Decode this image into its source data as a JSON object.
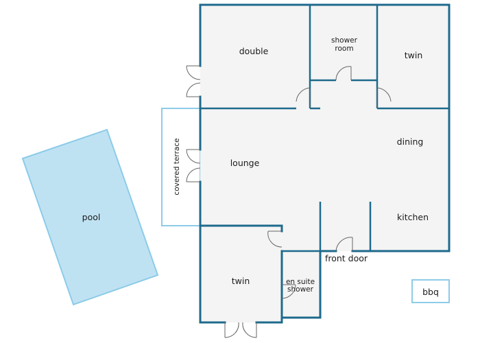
{
  "colors": {
    "wall": "#1e6a8c",
    "floor": "#f4f4f4",
    "pool_fill": "#bfe2f3",
    "pool_stroke": "#8ccbe8",
    "terrace_stroke": "#8ccbe8",
    "door": "#666666",
    "text": "#1b1b1b"
  },
  "rooms": {
    "double": "double",
    "shower_room_line1": "shower",
    "shower_room_line2": "room",
    "twin_top": "twin",
    "dining": "dining",
    "lounge": "lounge",
    "kitchen": "kitchen",
    "twin_bottom": "twin",
    "en_suite_line1": "en suite",
    "en_suite_line2": "shower",
    "front_door": "front door"
  },
  "outdoor": {
    "covered_terrace": "covered terrace",
    "pool": "pool",
    "bbq": "bbq"
  }
}
